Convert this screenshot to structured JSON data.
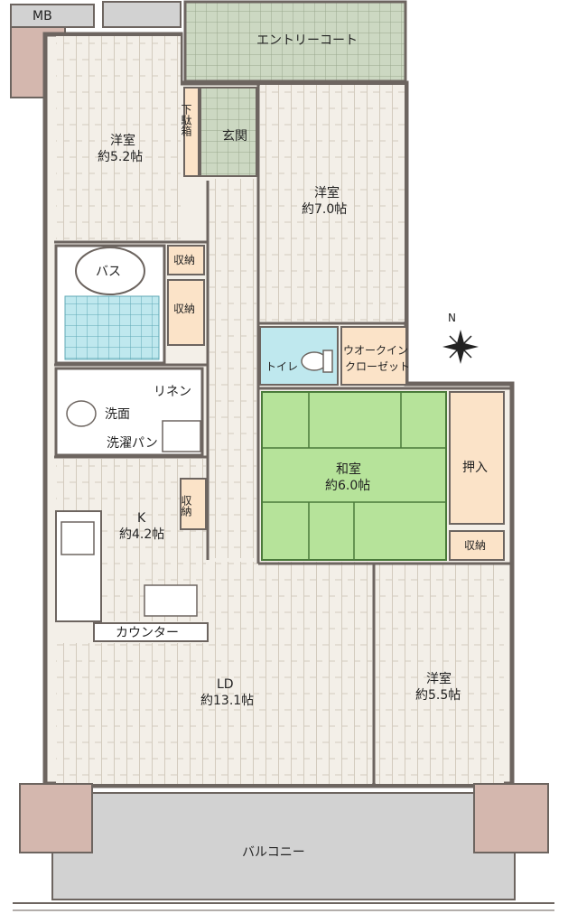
{
  "rooms": {
    "mb": "MB",
    "entry_court": "エントリーコート",
    "western1_name": "洋室",
    "western1_size": "約5.2帖",
    "shoebox": "下駄箱",
    "genkan": "玄関",
    "western2_name": "洋室",
    "western2_size": "約7.0帖",
    "bath": "バス",
    "storage": "収納",
    "toilet": "トイレ",
    "wic_line1": "ウオークイン",
    "wic_line2": "クローゼット",
    "linen": "リネン",
    "washroom": "洗面",
    "laundry_pan": "洗濯パン",
    "japanese_name": "和室",
    "japanese_size": "約6.0帖",
    "oshiire": "押入",
    "kitchen_name": "K",
    "kitchen_size": "約4.2帖",
    "counter": "カウンター",
    "ld_name": "LD",
    "ld_size": "約13.1帖",
    "western3_name": "洋室",
    "western3_size": "約5.5帖",
    "balcony": "バルコニー",
    "compass_n": "N"
  },
  "colors": {
    "floor": "#f3efe8",
    "plank_line": "#d3cbbe",
    "wall": "#6d6560",
    "pillar": "#d4b7ae",
    "tatami": "#b6e39a",
    "tatami_line": "#4a7a3a",
    "storage": "#fbe3c8",
    "court": "#ccd8c2",
    "court_line": "#9aa88d",
    "bath_tile": "#bfe8ee",
    "balcony": "#d2d2d2"
  }
}
